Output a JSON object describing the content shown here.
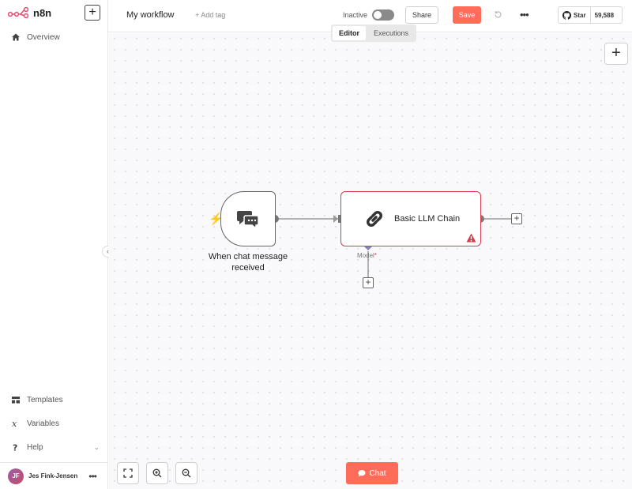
{
  "app": {
    "name": "n8n",
    "accent": "#ff6d5a"
  },
  "sidebar": {
    "items": [
      {
        "label": "Overview",
        "icon": "home-icon"
      },
      {
        "label": "Templates",
        "icon": "templates-icon"
      },
      {
        "label": "Variables",
        "icon": "variables-icon"
      },
      {
        "label": "Help",
        "icon": "help-icon"
      }
    ],
    "user": {
      "initials": "JF",
      "name": "Jes Fink-Jensen"
    }
  },
  "header": {
    "workflow_title": "My workflow",
    "add_tag": "+ Add tag",
    "status_label": "Inactive",
    "share_label": "Share",
    "save_label": "Save",
    "github_star": "Star",
    "github_count": "59,588",
    "tabs": [
      {
        "label": "Editor",
        "active": true
      },
      {
        "label": "Executions",
        "active": false
      }
    ]
  },
  "canvas": {
    "nodes": [
      {
        "id": "chat-trigger",
        "label": "When chat message received"
      },
      {
        "id": "llm-chain",
        "label": "Basic LLM Chain",
        "error": true
      }
    ],
    "model_input_label": "Model",
    "chat_button_label": "Chat"
  }
}
